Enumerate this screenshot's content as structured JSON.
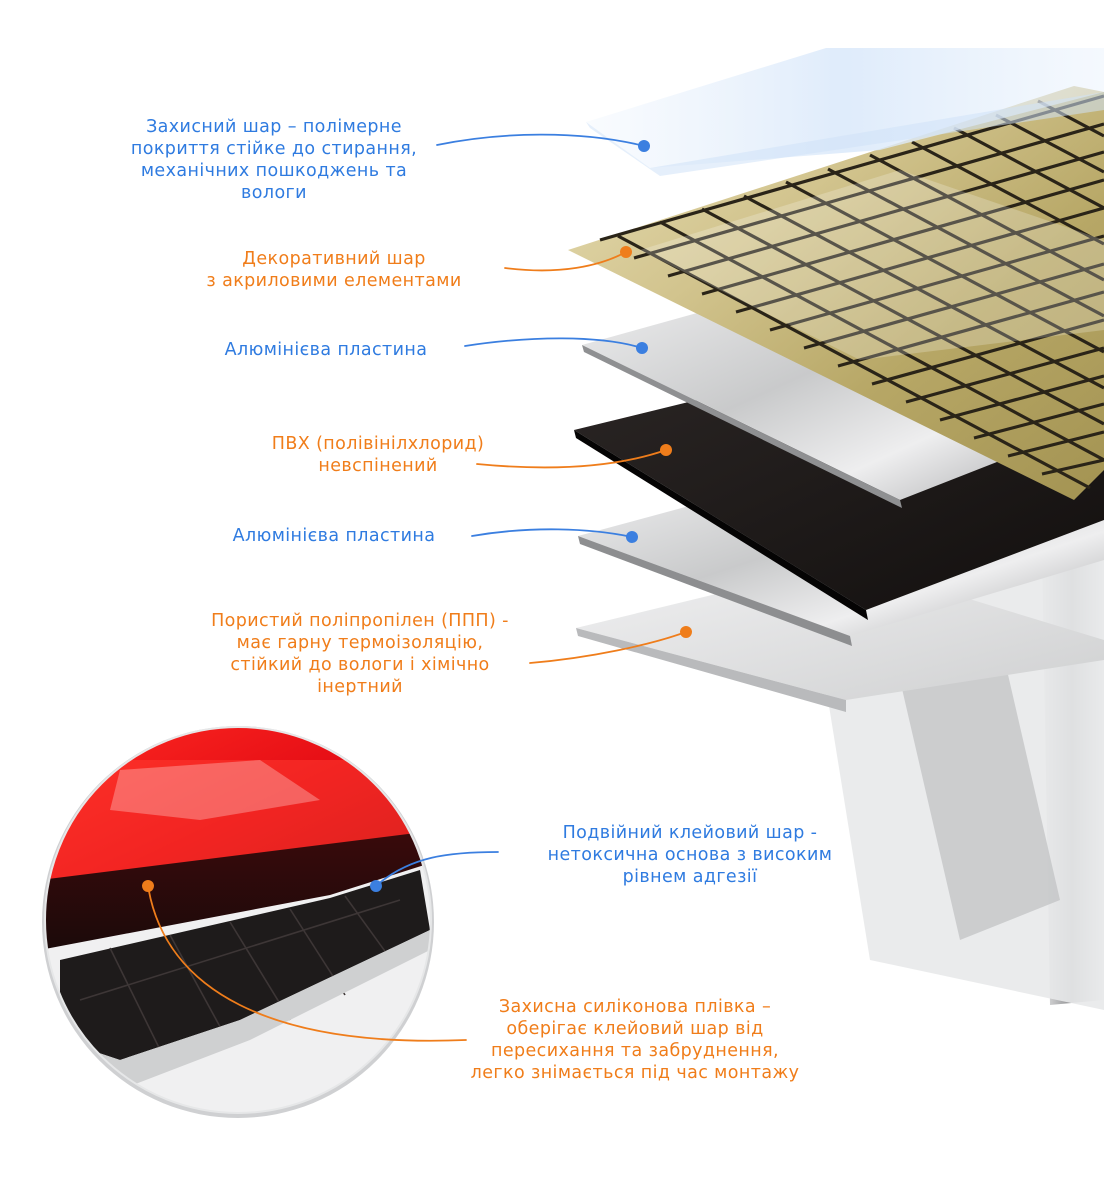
{
  "colors": {
    "blue_label": "#2f7be0",
    "orange_label": "#f07d1a",
    "blue_line": "#3b7fe0",
    "orange_line": "#ef7d1b",
    "adhesive_red": "#e8141a",
    "pvc_black": "#1b1615",
    "aluminium": "#d9dadb",
    "gold_tile": "#c9b87a",
    "mosaic_grid": "#2a2418"
  },
  "layers": [
    {
      "id": "protective",
      "text": "Захисний шар – полімерне\nпокриття стійке до стирання,\nмеханічних пошкоджень та\nвологи",
      "tone": "blue"
    },
    {
      "id": "decorative",
      "text": "Декоративний шар\nз акриловими елементами",
      "tone": "orange"
    },
    {
      "id": "aluminium-top",
      "text": "Алюмінієва пластина",
      "tone": "blue"
    },
    {
      "id": "pvc",
      "text": "ПВХ (полівінілхлорид)\nневспінений",
      "tone": "orange"
    },
    {
      "id": "aluminium-bottom",
      "text": "Алюмінієва пластина",
      "tone": "blue"
    },
    {
      "id": "polypropylene",
      "text": "Пористий поліпропілен (ППП) -\nмає гарну термоізоляцію,\nстійкий до вологи і хімічно\nінертний",
      "tone": "orange"
    },
    {
      "id": "adhesive",
      "text": "Подвійний клейовий шар -\nнетоксична основа з високим\nрівнем адгезії",
      "tone": "blue"
    },
    {
      "id": "silicone-film",
      "text": "Захисна силіконова плівка –\nоберігає клейовий шар від\nпересихання та забруднення,\nлегко знімається під час монтажу",
      "tone": "orange"
    }
  ]
}
